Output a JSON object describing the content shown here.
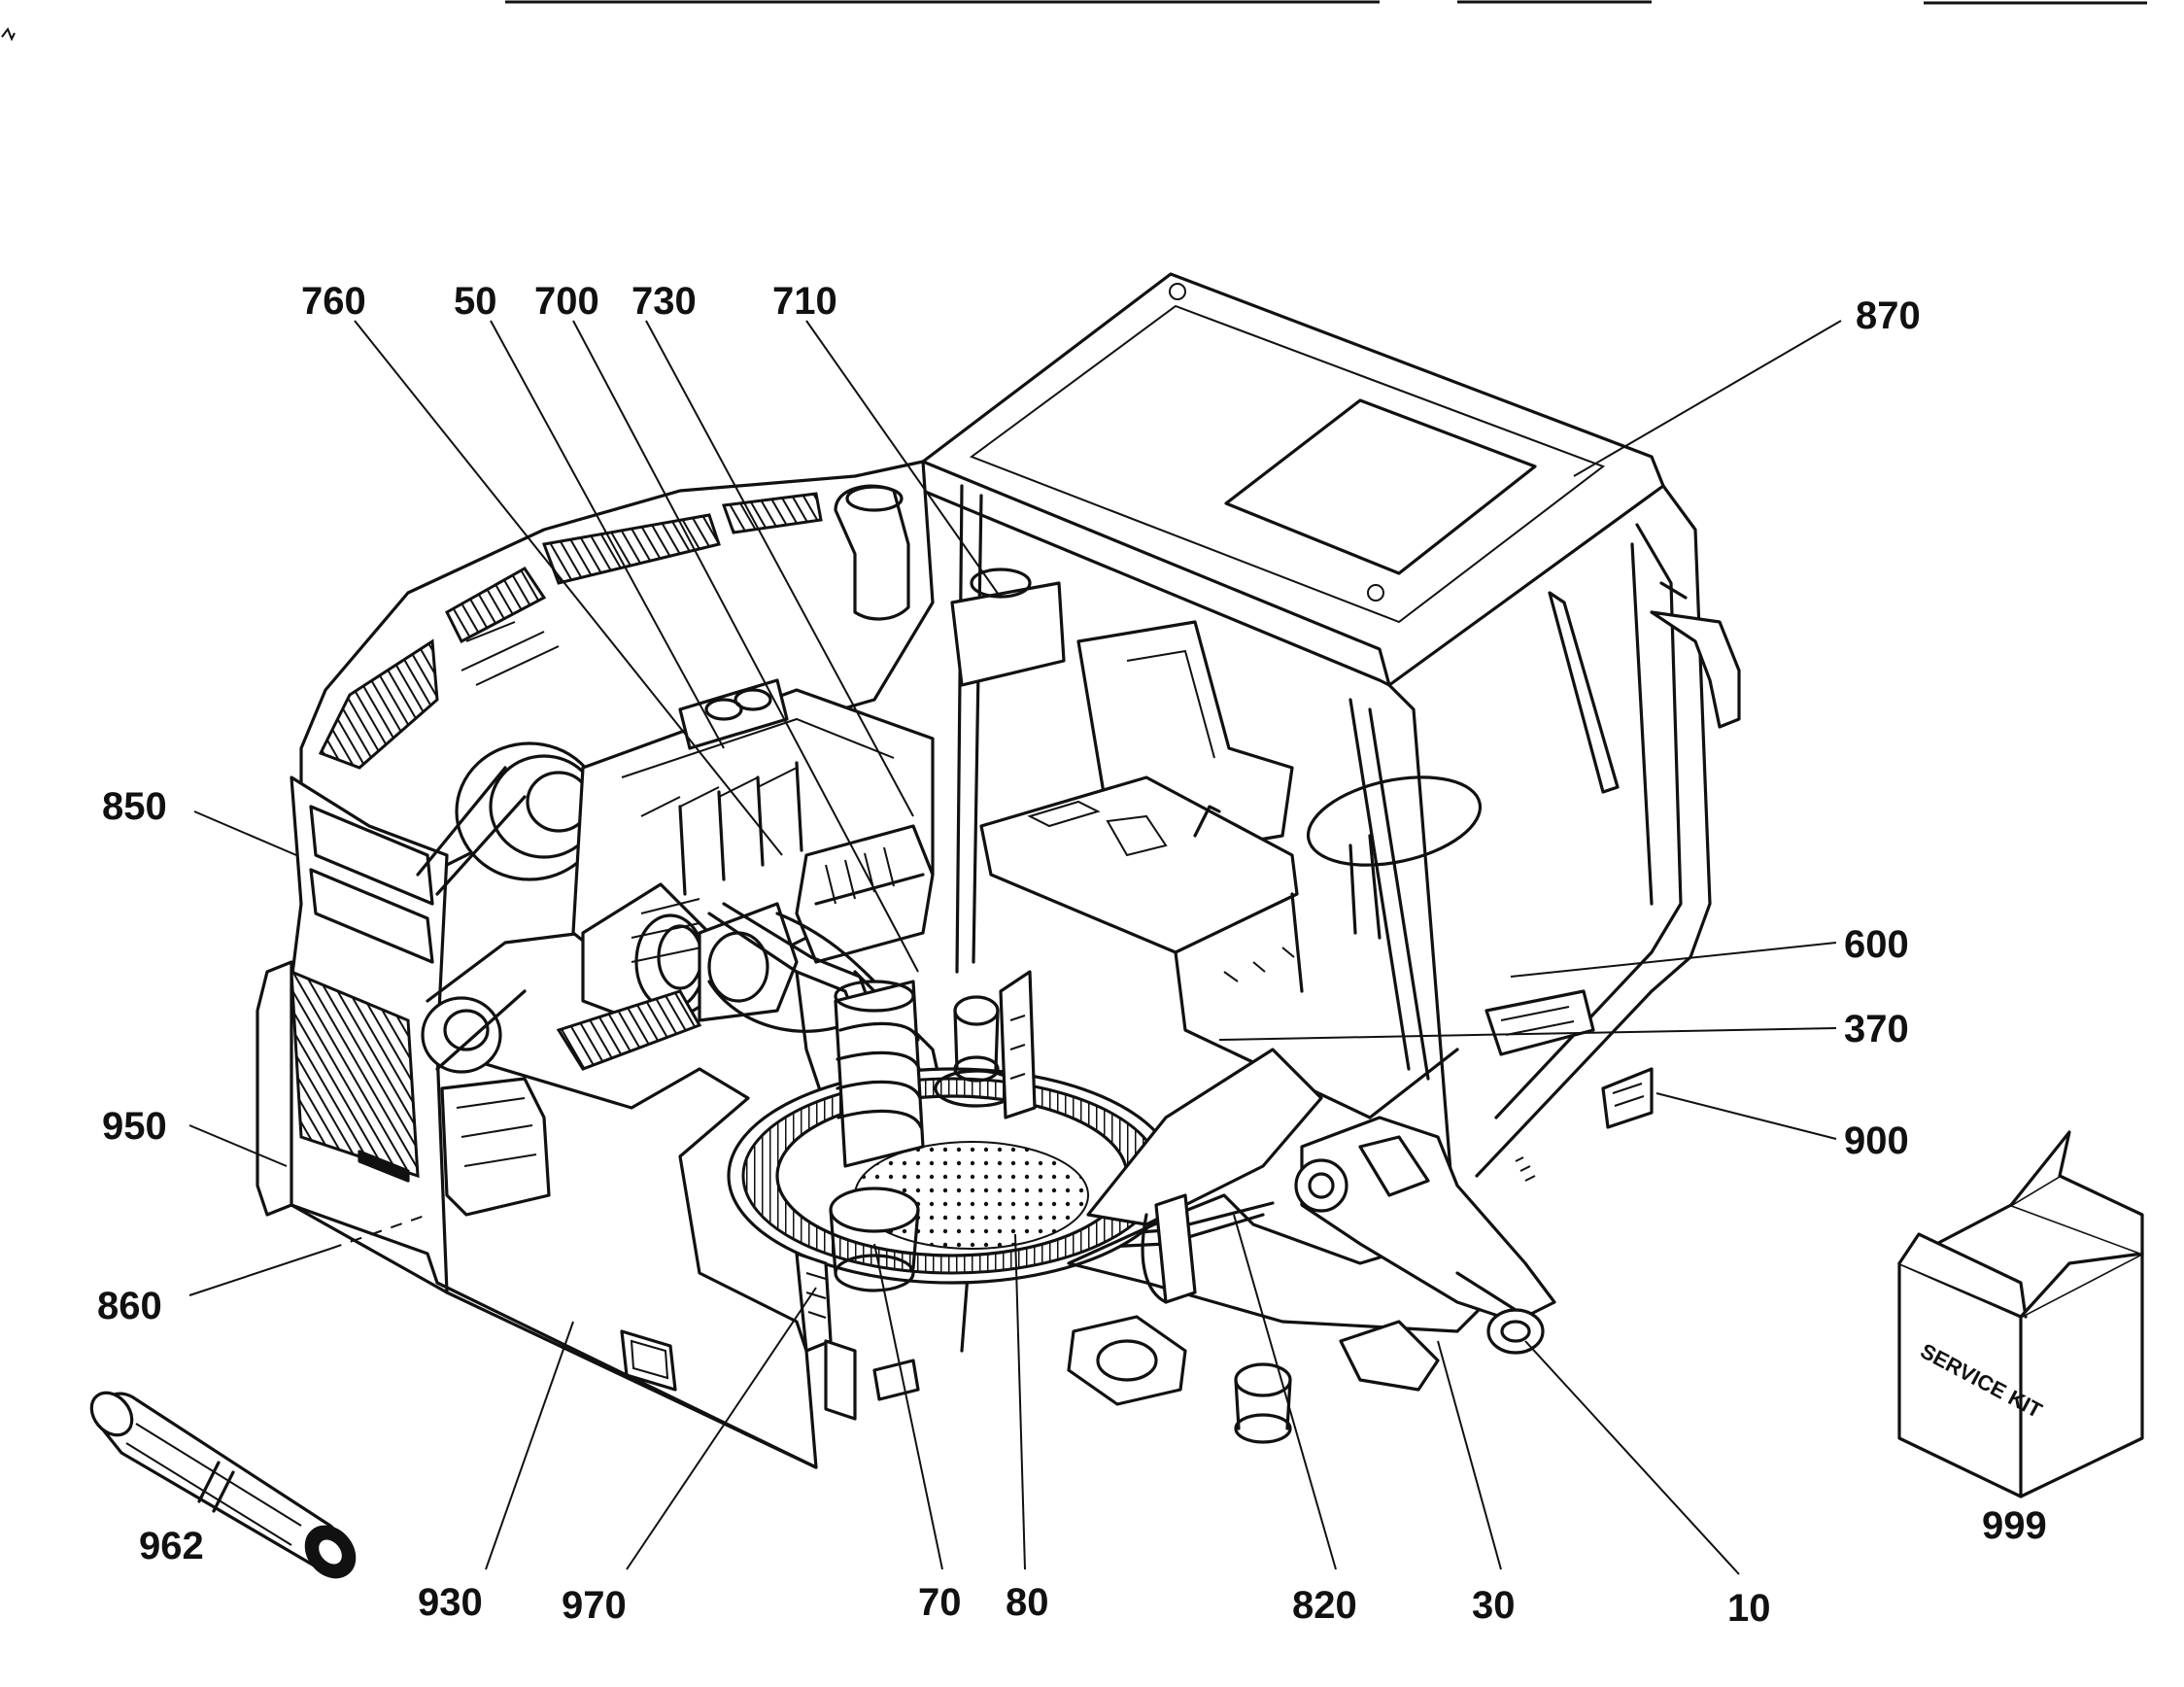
{
  "callouts": {
    "c760": "760",
    "c50": "50",
    "c700": "700",
    "c730": "730",
    "c710": "710",
    "c870": "870",
    "c850": "850",
    "c600": "600",
    "c370": "370",
    "c950": "950",
    "c900": "900",
    "c860": "860",
    "c962": "962",
    "c930": "930",
    "c970": "970",
    "c70": "70",
    "c80": "80",
    "c820": "820",
    "c30": "30",
    "c10": "10",
    "c999": "999"
  },
  "service_box_label": "SERVICE KIT",
  "icons": {
    "cab": "operator-cab",
    "engine": "engine-assembly",
    "turntable": "slewing-ring",
    "boom_mount": "boom-pivot-bracket",
    "tube": "rolled-hose",
    "box": "service-kit-box"
  }
}
